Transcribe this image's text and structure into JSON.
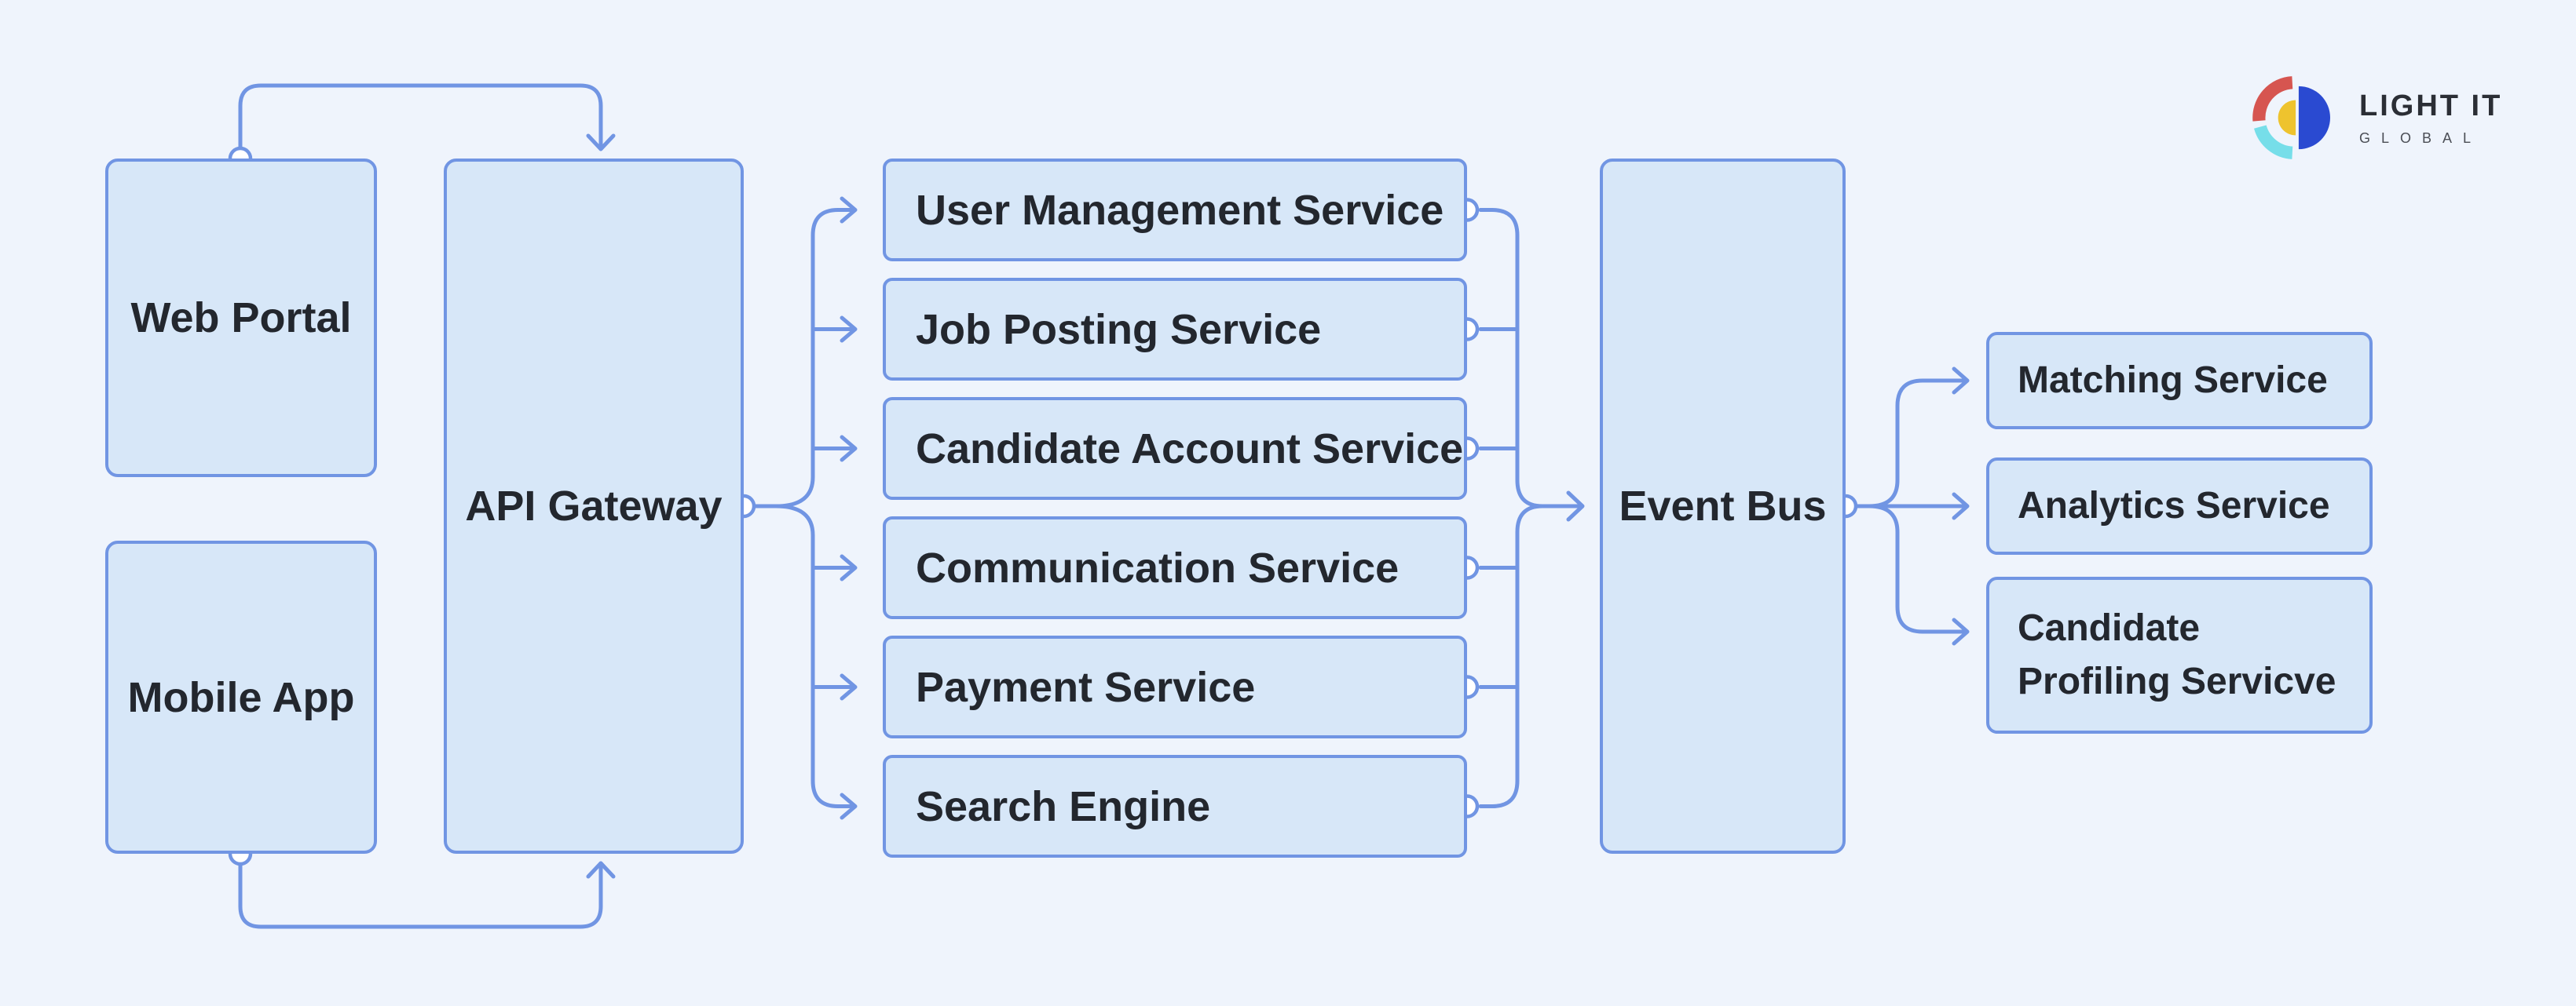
{
  "palette": {
    "background": "#eff4fc",
    "node_fill": "#d7e7f8",
    "accent": "#7195e3",
    "text": "#23272e"
  },
  "diagram": {
    "clients": [
      {
        "label": "Web Portal"
      },
      {
        "label": "Mobile App"
      }
    ],
    "gateway": {
      "label": "API Gateway"
    },
    "services": [
      {
        "label": "User Management Service"
      },
      {
        "label": "Job Posting Service"
      },
      {
        "label": "Candidate Account Service"
      },
      {
        "label": "Communication Service"
      },
      {
        "label": "Payment Service"
      },
      {
        "label": "Search Engine"
      }
    ],
    "event_bus": {
      "label": "Event Bus"
    },
    "consumers": [
      {
        "label": "Matching Service"
      },
      {
        "label": "Analytics Service"
      },
      {
        "label": "Candidate Profiling Servicve"
      }
    ]
  },
  "logo": {
    "title": "LIGHT IT",
    "subtitle": "GLOBAL",
    "colors": {
      "red": "#d65550",
      "cyan": "#76dee9",
      "blue": "#2a4ad1",
      "yellow": "#eec32e"
    }
  }
}
